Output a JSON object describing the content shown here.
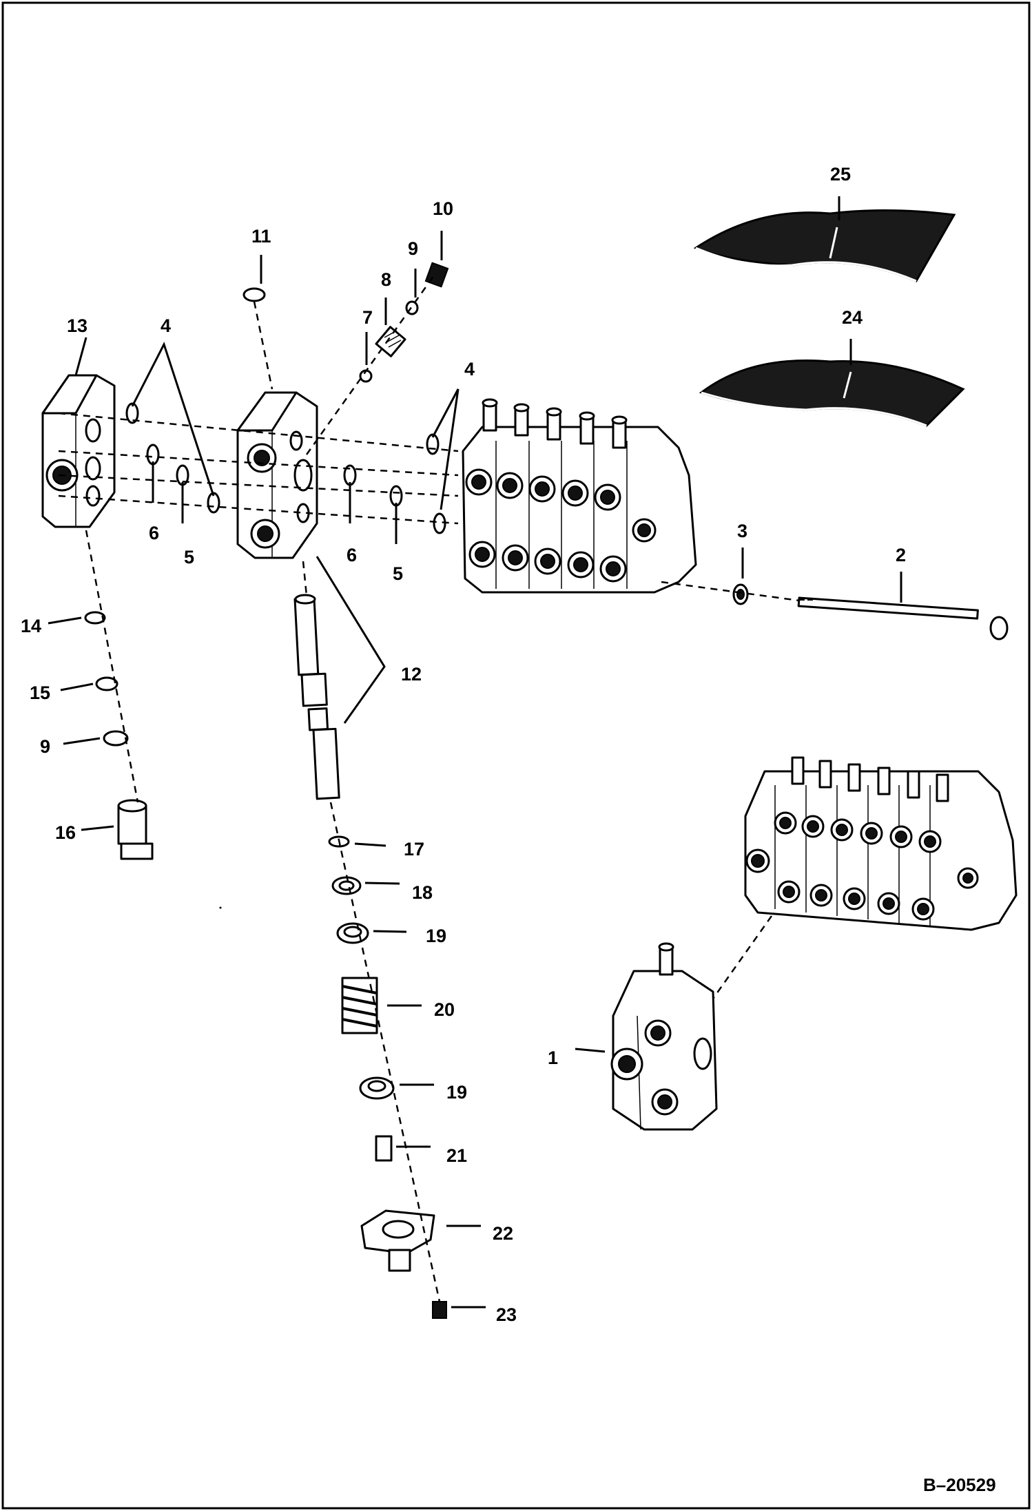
{
  "diagram_id": "B–20529",
  "callouts": {
    "c1": "1",
    "c2": "2",
    "c3": "3",
    "c4a": "4",
    "c4b": "4",
    "c5a": "5",
    "c5b": "5",
    "c6a": "6",
    "c6b": "6",
    "c7": "7",
    "c8": "8",
    "c9a": "9",
    "c9b": "9",
    "c10": "10",
    "c11": "11",
    "c12": "12",
    "c13": "13",
    "c14": "14",
    "c15": "15",
    "c16": "16",
    "c17": "17",
    "c18": "18",
    "c19a": "19",
    "c19b": "19",
    "c20": "20",
    "c21": "21",
    "c22": "22",
    "c23": "23",
    "c24": "24",
    "c25": "25"
  }
}
